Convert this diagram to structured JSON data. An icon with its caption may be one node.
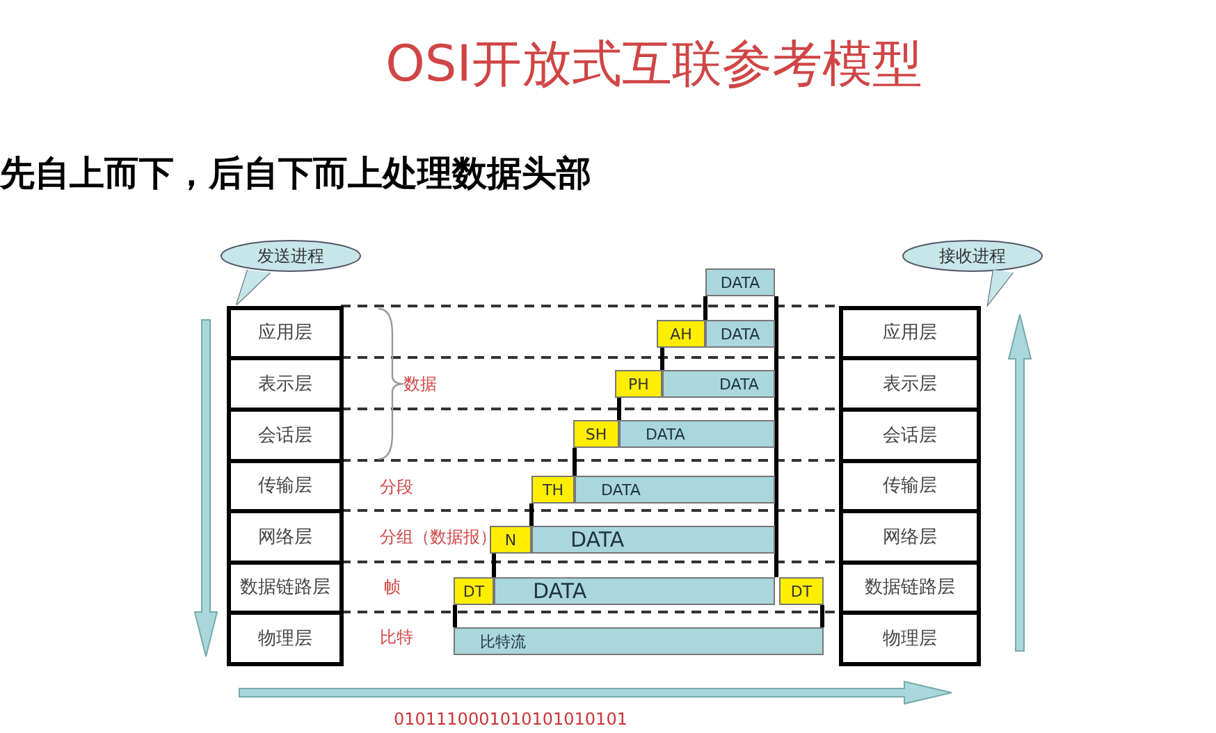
{
  "diagram": {
    "title": "OSI开放式互联参考模型",
    "nodes": [
      {
        "text": [
          "发送进程"
        ]
      },
      {
        "text": [
          "应用层"
        ]
      },
      {
        "text": [
          "表示层"
        ]
      },
      {
        "text": [
          "会话层"
        ]
      },
      {
        "text": [
          "传输层"
        ]
      },
      {
        "text": [
          "网络层"
        ]
      },
      {
        "text": [
          "数据链路层"
        ]
      },
      {
        "text": [
          "物理层"
        ]
      },
      {
        "text": [
          "接收进程"
        ]
      },
      {
        "text": [
          "应用层"
        ]
      },
      {
        "text": [
          "表示层"
        ]
      },
      {
        "text": [
          "会话层"
        ]
      },
      {
        "text": [
          "传输层"
        ]
      },
      {
        "text": [
          "网络层"
        ]
      },
      {
        "text": [
          "数据链路层"
        ]
      },
      {
        "text": [
          "物理层"
        ]
      },
      {
        "text": [
          "DATA"
        ]
      },
      {
        "text": [
          "AH"
        ]
      },
      {
        "text": [
          "DATA"
        ]
      },
      {
        "text": [
          "PH"
        ]
      },
      {
        "text": [
          "DATA"
        ]
      },
      {
        "text": [
          "SH"
        ]
      },
      {
        "text": [
          "DATA"
        ]
      },
      {
        "text": [
          "TH"
        ]
      },
      {
        "text": [
          "DATA"
        ]
      },
      {
        "text": [
          "N"
        ]
      },
      {
        "text": [
          "DATA"
        ]
      },
      {
        "text": [
          "DT"
        ]
      },
      {
        "text": [
          "DATA"
        ]
      },
      {
        "text": [
          "DT"
        ]
      },
      {
        "text": [
          "比特流"
        ]
      }
    ],
    "edges": [
      {
        "from": 16,
        "to": 17,
        "arrow": "none"
      },
      {
        "from": 17,
        "to": 19,
        "arrow": "none"
      },
      {
        "from": 19,
        "to": 21,
        "arrow": "none"
      },
      {
        "from": 21,
        "to": 23,
        "arrow": "none"
      },
      {
        "from": 23,
        "to": 25,
        "arrow": "none"
      },
      {
        "from": 25,
        "to": 27,
        "arrow": "none"
      },
      {
        "from": 27,
        "to": 30,
        "arrow": "none"
      },
      {
        "from": 29,
        "to": 30,
        "arrow": "none"
      },
      {
        "from": 16,
        "to": 29,
        "arrow": "none"
      }
    ],
    "labels": [
      "先自上而下，后自下而上处理数据头部",
      "数据",
      "分段",
      "分组（数据报）",
      "帧",
      "比特",
      "0101110001010101010101"
    ]
  }
}
